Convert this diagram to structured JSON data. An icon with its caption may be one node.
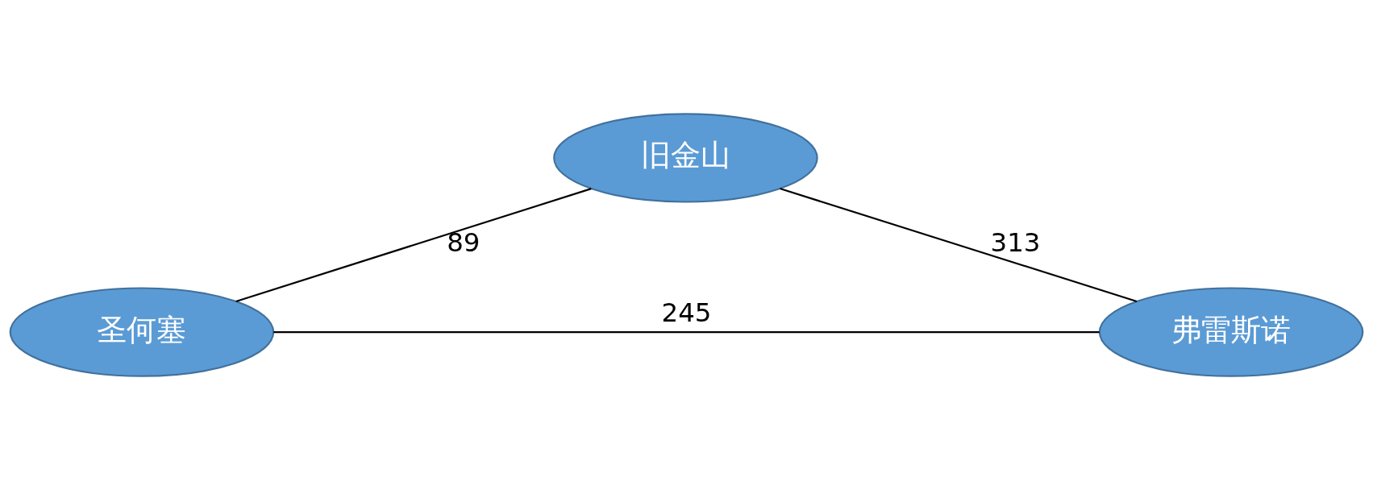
{
  "diagram": {
    "nodes": [
      {
        "text": [
          "旧金山"
        ]
      },
      {
        "text": [
          "圣何塞"
        ]
      },
      {
        "text": [
          "弗雷斯诺"
        ]
      }
    ],
    "edges": [
      {
        "from": 0,
        "to": 1,
        "arrow": "none",
        "label": "89"
      },
      {
        "from": 0,
        "to": 2,
        "arrow": "none",
        "label": "313"
      },
      {
        "from": 1,
        "to": 2,
        "arrow": "none",
        "label": "245"
      }
    ]
  }
}
